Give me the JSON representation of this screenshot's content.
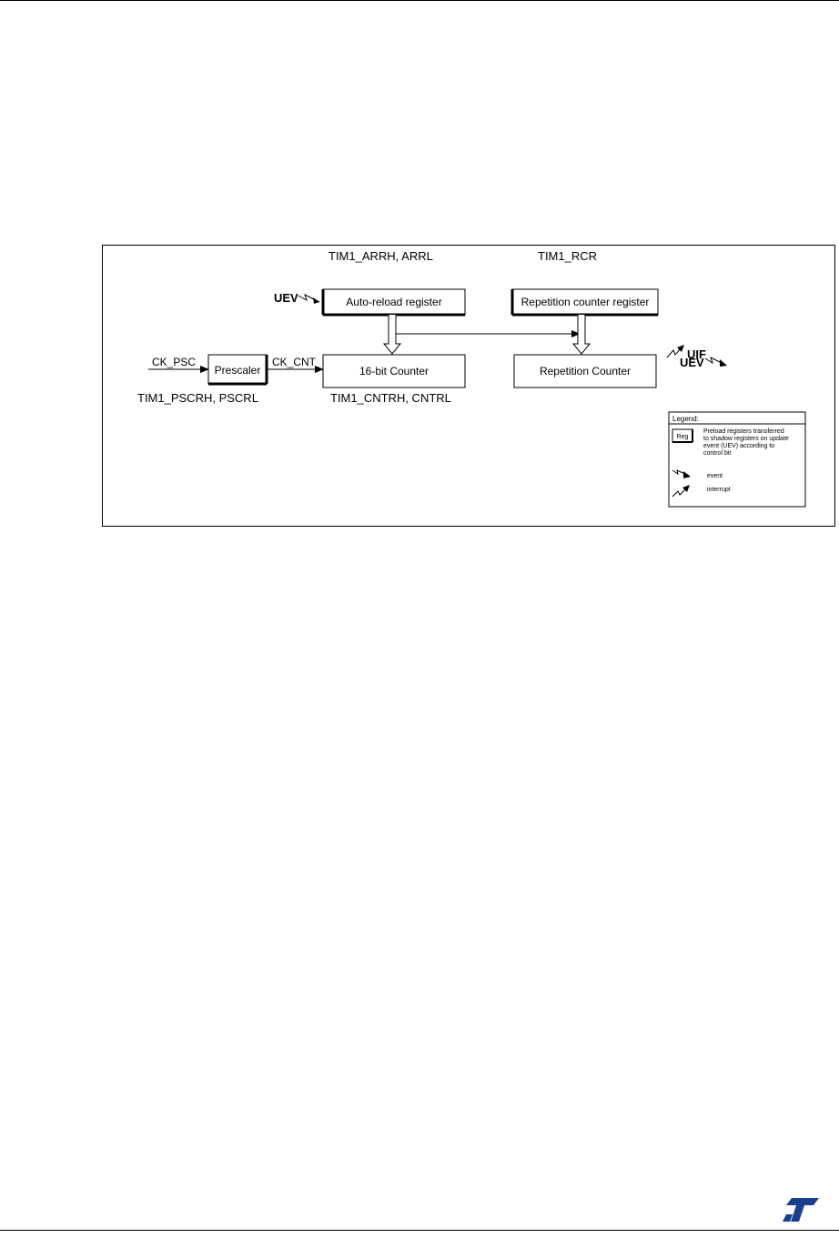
{
  "diagram": {
    "registers": {
      "arr_name": "TIM1_ARRH, ARRL",
      "arr_label": "Auto-reload register",
      "rcr_name": "TIM1_RCR",
      "rcr_label": "Repetition counter register",
      "prescaler_label": "Prescaler",
      "prescaler_name": "TIM1_PSCRH, PSCRL",
      "counter_label": "16-bit Counter",
      "counter_name": "TIM1_CNTRH, CNTRL",
      "rep_counter_label": "Repetition Counter"
    },
    "signals": {
      "uev_in": "UEV",
      "ck_psc": "CK_PSC",
      "ck_cnt": "CK_CNT",
      "uif": "UIF",
      "uev_out": "UEV"
    },
    "legend": {
      "title": "Legend:",
      "reg_box": "Reg",
      "preload_lines": [
        "Preload registers transferred",
        "to shadow registers on update",
        "event (UEV) according to",
        "control bit"
      ],
      "event": "event",
      "interrupt": "interrupt"
    }
  },
  "colors": {
    "line": "#000000",
    "logo": "#1a3f8f"
  },
  "icons": {
    "logo": "st-logo"
  }
}
